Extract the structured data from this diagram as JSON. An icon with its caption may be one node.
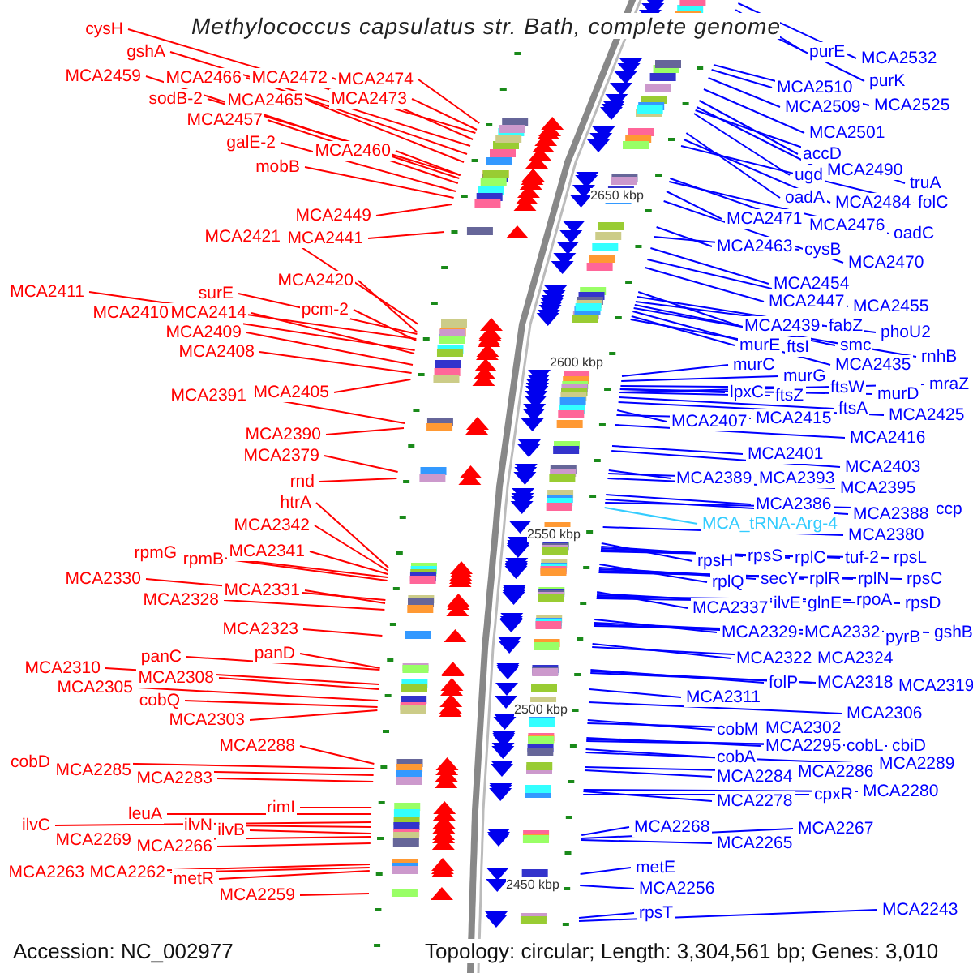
{
  "diagram": {
    "title": "Methylococcus capsulatus str. Bath, complete genome",
    "nodes": [
      {
        "text": [
          "cysH"
        ]
      },
      {
        "text": [
          "gshA"
        ]
      },
      {
        "text": [
          "MCA2459"
        ]
      },
      {
        "text": [
          "MCA2466"
        ]
      },
      {
        "text": [
          "MCA2472"
        ]
      },
      {
        "text": [
          "MCA2474"
        ]
      },
      {
        "text": [
          "sodB-2"
        ]
      },
      {
        "text": [
          "MCA2465"
        ]
      },
      {
        "text": [
          "MCA2473"
        ]
      },
      {
        "text": [
          "MCA2457"
        ]
      },
      {
        "text": [
          "galE-2"
        ]
      },
      {
        "text": [
          "MCA2460"
        ]
      },
      {
        "text": [
          "mobB"
        ]
      },
      {
        "text": [
          "MCA2449"
        ]
      },
      {
        "text": [
          "MCA2421"
        ]
      },
      {
        "text": [
          "MCA2441"
        ]
      },
      {
        "text": [
          "MCA2420"
        ]
      },
      {
        "text": [
          "MCA2411"
        ]
      },
      {
        "text": [
          "surE"
        ]
      },
      {
        "text": [
          "pcm-2"
        ]
      },
      {
        "text": [
          "MCA2410"
        ]
      },
      {
        "text": [
          "MCA2414"
        ]
      },
      {
        "text": [
          "MCA2409"
        ]
      },
      {
        "text": [
          "MCA2408"
        ]
      },
      {
        "text": [
          "MCA2405"
        ]
      },
      {
        "text": [
          "MCA2391"
        ]
      },
      {
        "text": [
          "MCA2390"
        ]
      },
      {
        "text": [
          "MCA2379"
        ]
      },
      {
        "text": [
          "rnd"
        ]
      },
      {
        "text": [
          "htrA"
        ]
      },
      {
        "text": [
          "MCA2342"
        ]
      },
      {
        "text": [
          "MCA2341"
        ]
      },
      {
        "text": [
          "rpmG"
        ]
      },
      {
        "text": [
          "rpmB"
        ]
      },
      {
        "text": [
          "MCA2330"
        ]
      },
      {
        "text": [
          "MCA2331"
        ]
      },
      {
        "text": [
          "MCA2328"
        ]
      },
      {
        "text": [
          "MCA2323"
        ]
      },
      {
        "text": [
          "panD"
        ]
      },
      {
        "text": [
          "panC"
        ]
      },
      {
        "text": [
          "MCA2310"
        ]
      },
      {
        "text": [
          "MCA2308"
        ]
      },
      {
        "text": [
          "MCA2305"
        ]
      },
      {
        "text": [
          "cobQ"
        ]
      },
      {
        "text": [
          "MCA2303"
        ]
      },
      {
        "text": [
          "MCA2288"
        ]
      },
      {
        "text": [
          "cobD"
        ]
      },
      {
        "text": [
          "MCA2285"
        ]
      },
      {
        "text": [
          "MCA2283"
        ]
      },
      {
        "text": [
          "rimI"
        ]
      },
      {
        "text": [
          "leuA"
        ]
      },
      {
        "text": [
          "ilvC"
        ]
      },
      {
        "text": [
          "ilvN"
        ]
      },
      {
        "text": [
          "ilvB"
        ]
      },
      {
        "text": [
          "MCA2269"
        ]
      },
      {
        "text": [
          "MCA2266"
        ]
      },
      {
        "text": [
          "MCA2263"
        ]
      },
      {
        "text": [
          "MCA2262"
        ]
      },
      {
        "text": [
          "metR"
        ]
      },
      {
        "text": [
          "MCA2259"
        ]
      },
      {
        "text": [
          "purE"
        ]
      },
      {
        "text": [
          "MCA2532"
        ]
      },
      {
        "text": [
          "purK"
        ]
      },
      {
        "text": [
          "MCA2510"
        ]
      },
      {
        "text": [
          "MCA2509"
        ]
      },
      {
        "text": [
          "MCA2525"
        ]
      },
      {
        "text": [
          "MCA2501"
        ]
      },
      {
        "text": [
          "accD"
        ]
      },
      {
        "text": [
          "ugd"
        ]
      },
      {
        "text": [
          "MCA2490"
        ]
      },
      {
        "text": [
          "truA"
        ]
      },
      {
        "text": [
          "oadA"
        ]
      },
      {
        "text": [
          "MCA2484"
        ]
      },
      {
        "text": [
          "folC"
        ]
      },
      {
        "text": [
          "MCA2471"
        ]
      },
      {
        "text": [
          "MCA2476"
        ]
      },
      {
        "text": [
          "oadC"
        ]
      },
      {
        "text": [
          "MCA2463"
        ]
      },
      {
        "text": [
          "cysB"
        ]
      },
      {
        "text": [
          "MCA2470"
        ]
      },
      {
        "text": [
          "MCA2454"
        ]
      },
      {
        "text": [
          "MCA2447"
        ]
      },
      {
        "text": [
          "MCA2455"
        ]
      },
      {
        "text": [
          "MCA2439"
        ]
      },
      {
        "text": [
          "fabZ"
        ]
      },
      {
        "text": [
          "phoU2"
        ]
      },
      {
        "text": [
          "murE"
        ]
      },
      {
        "text": [
          "ftsI"
        ]
      },
      {
        "text": [
          "smc"
        ]
      },
      {
        "text": [
          "MCA2435"
        ]
      },
      {
        "text": [
          "rnhB"
        ]
      },
      {
        "text": [
          "murC"
        ]
      },
      {
        "text": [
          "murG"
        ]
      },
      {
        "text": [
          "ftsW"
        ]
      },
      {
        "text": [
          "murD"
        ]
      },
      {
        "text": [
          "mraZ"
        ]
      },
      {
        "text": [
          "lpxC"
        ]
      },
      {
        "text": [
          "ftsZ"
        ]
      },
      {
        "text": [
          "ftsA"
        ]
      },
      {
        "text": [
          "MCA2425"
        ]
      },
      {
        "text": [
          "MCA2407"
        ]
      },
      {
        "text": [
          "MCA2415"
        ]
      },
      {
        "text": [
          "MCA2416"
        ]
      },
      {
        "text": [
          "MCA2401"
        ]
      },
      {
        "text": [
          "MCA2403"
        ]
      },
      {
        "text": [
          "MCA2389"
        ]
      },
      {
        "text": [
          "MCA2393"
        ]
      },
      {
        "text": [
          "MCA2395"
        ]
      },
      {
        "text": [
          "MCA2386"
        ]
      },
      {
        "text": [
          "MCA2388"
        ]
      },
      {
        "text": [
          "ccp"
        ]
      },
      {
        "text": [
          "MCA_tRNA-Arg-4"
        ]
      },
      {
        "text": [
          "MCA2380"
        ]
      },
      {
        "text": [
          "rpsH"
        ]
      },
      {
        "text": [
          "rpsS"
        ]
      },
      {
        "text": [
          "rplC"
        ]
      },
      {
        "text": [
          "tuf-2"
        ]
      },
      {
        "text": [
          "rpsL"
        ]
      },
      {
        "text": [
          "rplQ"
        ]
      },
      {
        "text": [
          "secY"
        ]
      },
      {
        "text": [
          "rplR"
        ]
      },
      {
        "text": [
          "rplN"
        ]
      },
      {
        "text": [
          "rpsC"
        ]
      },
      {
        "text": [
          "MCA2337"
        ]
      },
      {
        "text": [
          "ilvE"
        ]
      },
      {
        "text": [
          "glnE"
        ]
      },
      {
        "text": [
          "rpoA"
        ]
      },
      {
        "text": [
          "rpsD"
        ]
      },
      {
        "text": [
          "MCA2329"
        ]
      },
      {
        "text": [
          "MCA2332"
        ]
      },
      {
        "text": [
          "pyrB"
        ]
      },
      {
        "text": [
          "gshB"
        ]
      },
      {
        "text": [
          "MCA2322"
        ]
      },
      {
        "text": [
          "MCA2324"
        ]
      },
      {
        "text": [
          "folP"
        ]
      },
      {
        "text": [
          "MCA2318"
        ]
      },
      {
        "text": [
          "MCA2319"
        ]
      },
      {
        "text": [
          "MCA2311"
        ]
      },
      {
        "text": [
          "MCA2306"
        ]
      },
      {
        "text": [
          "cobM"
        ]
      },
      {
        "text": [
          "MCA2302"
        ]
      },
      {
        "text": [
          "MCA2295"
        ]
      },
      {
        "text": [
          "cobL"
        ]
      },
      {
        "text": [
          "cbiD"
        ]
      },
      {
        "text": [
          "cobA"
        ]
      },
      {
        "text": [
          "MCA2289"
        ]
      },
      {
        "text": [
          "MCA2284"
        ]
      },
      {
        "text": [
          "MCA2286"
        ]
      },
      {
        "text": [
          "MCA2278"
        ]
      },
      {
        "text": [
          "cpxR"
        ]
      },
      {
        "text": [
          "MCA2280"
        ]
      },
      {
        "text": [
          "MCA2268"
        ]
      },
      {
        "text": [
          "MCA2267"
        ]
      },
      {
        "text": [
          "MCA2265"
        ]
      },
      {
        "text": [
          "metE"
        ]
      },
      {
        "text": [
          "MCA2256"
        ]
      },
      {
        "text": [
          "rpsT"
        ]
      },
      {
        "text": [
          "MCA2243"
        ]
      }
    ],
    "edges": [
      {
        "from": 0,
        "to": null,
        "arrow": "none",
        "color": "#ff0000"
      },
      {
        "from": 1,
        "to": null,
        "arrow": "none",
        "color": "#ff0000"
      },
      {
        "from": 2,
        "to": null,
        "arrow": "none",
        "color": "#ff0000"
      },
      {
        "from": 3,
        "to": null,
        "arrow": "none",
        "color": "#ff0000"
      },
      {
        "from": 4,
        "to": null,
        "arrow": "none",
        "color": "#ff0000"
      },
      {
        "from": 5,
        "to": null,
        "arrow": "none",
        "color": "#ff0000"
      },
      {
        "from": 6,
        "to": null,
        "arrow": "none",
        "color": "#ff0000"
      },
      {
        "from": 7,
        "to": null,
        "arrow": "none",
        "color": "#ff0000"
      },
      {
        "from": 8,
        "to": null,
        "arrow": "none",
        "color": "#ff0000"
      },
      {
        "from": 9,
        "to": null,
        "arrow": "none",
        "color": "#ff0000"
      },
      {
        "from": 10,
        "to": null,
        "arrow": "none",
        "color": "#ff0000"
      },
      {
        "from": 11,
        "to": null,
        "arrow": "none",
        "color": "#ff0000"
      },
      {
        "from": 12,
        "to": null,
        "arrow": "none",
        "color": "#ff0000"
      },
      {
        "from": 13,
        "to": null,
        "arrow": "none",
        "color": "#ff0000"
      },
      {
        "from": 14,
        "to": null,
        "arrow": "none",
        "color": "#ff0000"
      },
      {
        "from": 15,
        "to": null,
        "arrow": "none",
        "color": "#ff0000"
      },
      {
        "from": 16,
        "to": null,
        "arrow": "none",
        "color": "#ff0000"
      },
      {
        "from": 17,
        "to": null,
        "arrow": "none",
        "color": "#ff0000"
      },
      {
        "from": 18,
        "to": null,
        "arrow": "none",
        "color": "#ff0000"
      },
      {
        "from": 19,
        "to": null,
        "arrow": "none",
        "color": "#ff0000"
      },
      {
        "from": 20,
        "to": null,
        "arrow": "none",
        "color": "#ff0000"
      },
      {
        "from": 21,
        "to": null,
        "arrow": "none",
        "color": "#ff0000"
      },
      {
        "from": 22,
        "to": null,
        "arrow": "none",
        "color": "#ff0000"
      },
      {
        "from": 23,
        "to": null,
        "arrow": "none",
        "color": "#ff0000"
      },
      {
        "from": 24,
        "to": null,
        "arrow": "none",
        "color": "#ff0000"
      },
      {
        "from": 25,
        "to": null,
        "arrow": "none",
        "color": "#ff0000"
      },
      {
        "from": 26,
        "to": null,
        "arrow": "none",
        "color": "#ff0000"
      },
      {
        "from": 27,
        "to": null,
        "arrow": "none",
        "color": "#ff0000"
      },
      {
        "from": 28,
        "to": null,
        "arrow": "none",
        "color": "#ff0000"
      },
      {
        "from": 29,
        "to": null,
        "arrow": "none",
        "color": "#ff0000"
      },
      {
        "from": 30,
        "to": null,
        "arrow": "none",
        "color": "#ff0000"
      },
      {
        "from": 31,
        "to": null,
        "arrow": "none",
        "color": "#ff0000"
      },
      {
        "from": 32,
        "to": null,
        "arrow": "none",
        "color": "#ff0000"
      },
      {
        "from": 33,
        "to": null,
        "arrow": "none",
        "color": "#ff0000"
      },
      {
        "from": 34,
        "to": null,
        "arrow": "none",
        "color": "#ff0000"
      },
      {
        "from": 35,
        "to": null,
        "arrow": "none",
        "color": "#ff0000"
      },
      {
        "from": 36,
        "to": null,
        "arrow": "none",
        "color": "#ff0000"
      },
      {
        "from": 37,
        "to": null,
        "arrow": "none",
        "color": "#ff0000"
      },
      {
        "from": 38,
        "to": null,
        "arrow": "none",
        "color": "#ff0000"
      },
      {
        "from": 39,
        "to": null,
        "arrow": "none",
        "color": "#ff0000"
      },
      {
        "from": 40,
        "to": null,
        "arrow": "none",
        "color": "#ff0000"
      },
      {
        "from": 41,
        "to": null,
        "arrow": "none",
        "color": "#ff0000"
      },
      {
        "from": 42,
        "to": null,
        "arrow": "none",
        "color": "#ff0000"
      },
      {
        "from": 43,
        "to": null,
        "arrow": "none",
        "color": "#ff0000"
      },
      {
        "from": 44,
        "to": null,
        "arrow": "none",
        "color": "#ff0000"
      },
      {
        "from": 45,
        "to": null,
        "arrow": "none",
        "color": "#ff0000"
      },
      {
        "from": 46,
        "to": null,
        "arrow": "none",
        "color": "#ff0000"
      },
      {
        "from": 47,
        "to": null,
        "arrow": "none",
        "color": "#ff0000"
      },
      {
        "from": 48,
        "to": null,
        "arrow": "none",
        "color": "#ff0000"
      },
      {
        "from": 49,
        "to": null,
        "arrow": "none",
        "color": "#ff0000"
      },
      {
        "from": 50,
        "to": null,
        "arrow": "none",
        "color": "#ff0000"
      },
      {
        "from": 51,
        "to": null,
        "arrow": "none",
        "color": "#ff0000"
      },
      {
        "from": 52,
        "to": null,
        "arrow": "none",
        "color": "#ff0000"
      },
      {
        "from": 53,
        "to": null,
        "arrow": "none",
        "color": "#ff0000"
      },
      {
        "from": 54,
        "to": null,
        "arrow": "none",
        "color": "#ff0000"
      },
      {
        "from": 55,
        "to": null,
        "arrow": "none",
        "color": "#ff0000"
      },
      {
        "from": 56,
        "to": null,
        "arrow": "none",
        "color": "#ff0000"
      },
      {
        "from": 57,
        "to": null,
        "arrow": "none",
        "color": "#ff0000"
      },
      {
        "from": 58,
        "to": null,
        "arrow": "none",
        "color": "#ff0000"
      },
      {
        "from": 59,
        "to": null,
        "arrow": "none",
        "color": "#ff0000"
      },
      {
        "from": 60,
        "to": null,
        "arrow": "none"
      },
      {
        "from": 61,
        "to": null,
        "arrow": "none"
      },
      {
        "from": 62,
        "to": null,
        "arrow": "none"
      },
      {
        "from": 63,
        "to": null,
        "arrow": "none"
      },
      {
        "from": 64,
        "to": null,
        "arrow": "none"
      },
      {
        "from": 65,
        "to": null,
        "arrow": "none"
      },
      {
        "from": 66,
        "to": null,
        "arrow": "none"
      },
      {
        "from": 67,
        "to": null,
        "arrow": "none"
      },
      {
        "from": 68,
        "to": null,
        "arrow": "none"
      },
      {
        "from": 69,
        "to": null,
        "arrow": "none"
      },
      {
        "from": 70,
        "to": null,
        "arrow": "none"
      },
      {
        "from": 71,
        "to": null,
        "arrow": "none"
      },
      {
        "from": 72,
        "to": null,
        "arrow": "none"
      },
      {
        "from": 73,
        "to": null,
        "arrow": "none"
      },
      {
        "from": 74,
        "to": null,
        "arrow": "none"
      },
      {
        "from": 75,
        "to": null,
        "arrow": "none"
      },
      {
        "from": 76,
        "to": null,
        "arrow": "none"
      },
      {
        "from": 77,
        "to": null,
        "arrow": "none"
      },
      {
        "from": 78,
        "to": null,
        "arrow": "none"
      },
      {
        "from": 79,
        "to": null,
        "arrow": "none"
      },
      {
        "from": 80,
        "to": null,
        "arrow": "none"
      },
      {
        "from": 81,
        "to": null,
        "arrow": "none"
      },
      {
        "from": 82,
        "to": null,
        "arrow": "none"
      },
      {
        "from": 83,
        "to": null,
        "arrow": "none"
      },
      {
        "from": 84,
        "to": null,
        "arrow": "none"
      },
      {
        "from": 85,
        "to": null,
        "arrow": "none"
      },
      {
        "from": 86,
        "to": null,
        "arrow": "none"
      },
      {
        "from": 87,
        "to": null,
        "arrow": "none"
      },
      {
        "from": 88,
        "to": null,
        "arrow": "none"
      },
      {
        "from": 89,
        "to": null,
        "arrow": "none"
      },
      {
        "from": 90,
        "to": null,
        "arrow": "none"
      },
      {
        "from": 91,
        "to": null,
        "arrow": "none"
      },
      {
        "from": 92,
        "to": null,
        "arrow": "none"
      },
      {
        "from": 93,
        "to": null,
        "arrow": "none"
      },
      {
        "from": 94,
        "to": null,
        "arrow": "none"
      },
      {
        "from": 95,
        "to": null,
        "arrow": "none"
      },
      {
        "from": 96,
        "to": null,
        "arrow": "none"
      },
      {
        "from": 97,
        "to": null,
        "arrow": "none"
      },
      {
        "from": 98,
        "to": null,
        "arrow": "none"
      },
      {
        "from": 99,
        "to": null,
        "arrow": "none"
      },
      {
        "from": 100,
        "to": null,
        "arrow": "none"
      },
      {
        "from": 101,
        "to": null,
        "arrow": "none"
      },
      {
        "from": 102,
        "to": null,
        "arrow": "none"
      },
      {
        "from": 103,
        "to": null,
        "arrow": "none"
      },
      {
        "from": 104,
        "to": null,
        "arrow": "none"
      },
      {
        "from": 105,
        "to": null,
        "arrow": "none"
      },
      {
        "from": 106,
        "to": null,
        "arrow": "none"
      },
      {
        "from": 107,
        "to": null,
        "arrow": "none"
      },
      {
        "from": 108,
        "to": null,
        "arrow": "none"
      },
      {
        "from": 109,
        "to": null,
        "arrow": "none"
      },
      {
        "from": 110,
        "to": null,
        "arrow": "none"
      },
      {
        "from": 111,
        "to": null,
        "arrow": "none",
        "color": "#33ccff"
      },
      {
        "from": 112,
        "to": null,
        "arrow": "none"
      },
      {
        "from": 113,
        "to": null,
        "arrow": "none"
      },
      {
        "from": 114,
        "to": null,
        "arrow": "none"
      },
      {
        "from": 115,
        "to": null,
        "arrow": "none"
      },
      {
        "from": 116,
        "to": null,
        "arrow": "none"
      },
      {
        "from": 117,
        "to": null,
        "arrow": "none"
      },
      {
        "from": 118,
        "to": null,
        "arrow": "none"
      },
      {
        "from": 119,
        "to": null,
        "arrow": "none"
      },
      {
        "from": 120,
        "to": null,
        "arrow": "none"
      },
      {
        "from": 121,
        "to": null,
        "arrow": "none"
      },
      {
        "from": 122,
        "to": null,
        "arrow": "none"
      },
      {
        "from": 123,
        "to": null,
        "arrow": "none"
      },
      {
        "from": 124,
        "to": null,
        "arrow": "none"
      },
      {
        "from": 125,
        "to": null,
        "arrow": "none"
      },
      {
        "from": 126,
        "to": null,
        "arrow": "none"
      },
      {
        "from": 127,
        "to": null,
        "arrow": "none"
      },
      {
        "from": 128,
        "to": null,
        "arrow": "none"
      },
      {
        "from": 129,
        "to": null,
        "arrow": "none"
      },
      {
        "from": 130,
        "to": null,
        "arrow": "none"
      },
      {
        "from": 131,
        "to": null,
        "arrow": "none"
      },
      {
        "from": 132,
        "to": null,
        "arrow": "none"
      },
      {
        "from": 133,
        "to": null,
        "arrow": "none"
      },
      {
        "from": 134,
        "to": null,
        "arrow": "none"
      },
      {
        "from": 135,
        "to": null,
        "arrow": "none"
      },
      {
        "from": 136,
        "to": null,
        "arrow": "none"
      },
      {
        "from": 137,
        "to": null,
        "arrow": "none"
      },
      {
        "from": 138,
        "to": null,
        "arrow": "none"
      },
      {
        "from": 139,
        "to": null,
        "arrow": "none"
      },
      {
        "from": 140,
        "to": null,
        "arrow": "none"
      },
      {
        "from": 141,
        "to": null,
        "arrow": "none"
      },
      {
        "from": 142,
        "to": null,
        "arrow": "none"
      },
      {
        "from": 143,
        "to": null,
        "arrow": "none"
      },
      {
        "from": 144,
        "to": null,
        "arrow": "none"
      },
      {
        "from": 145,
        "to": null,
        "arrow": "none"
      },
      {
        "from": 146,
        "to": null,
        "arrow": "none"
      },
      {
        "from": 147,
        "to": null,
        "arrow": "none"
      },
      {
        "from": 148,
        "to": null,
        "arrow": "none"
      },
      {
        "from": 149,
        "to": null,
        "arrow": "none"
      },
      {
        "from": 150,
        "to": null,
        "arrow": "none"
      },
      {
        "from": 151,
        "to": null,
        "arrow": "none"
      },
      {
        "from": 152,
        "to": null,
        "arrow": "none"
      },
      {
        "from": 153,
        "to": null,
        "arrow": "none"
      },
      {
        "from": 154,
        "to": null,
        "arrow": "none"
      },
      {
        "from": 155,
        "to": null,
        "arrow": "none"
      },
      {
        "from": 156,
        "to": null,
        "arrow": "none"
      },
      {
        "from": 157,
        "to": null,
        "arrow": "none"
      }
    ],
    "labels": [
      "2650 kbp",
      "2600 kbp",
      "2550 kbp",
      "2500 kbp",
      "2450 kbp",
      "Accession: NC_002977",
      "Topology: circular; Length: 3,304,561 bp; Genes: 3,010"
    ]
  }
}
